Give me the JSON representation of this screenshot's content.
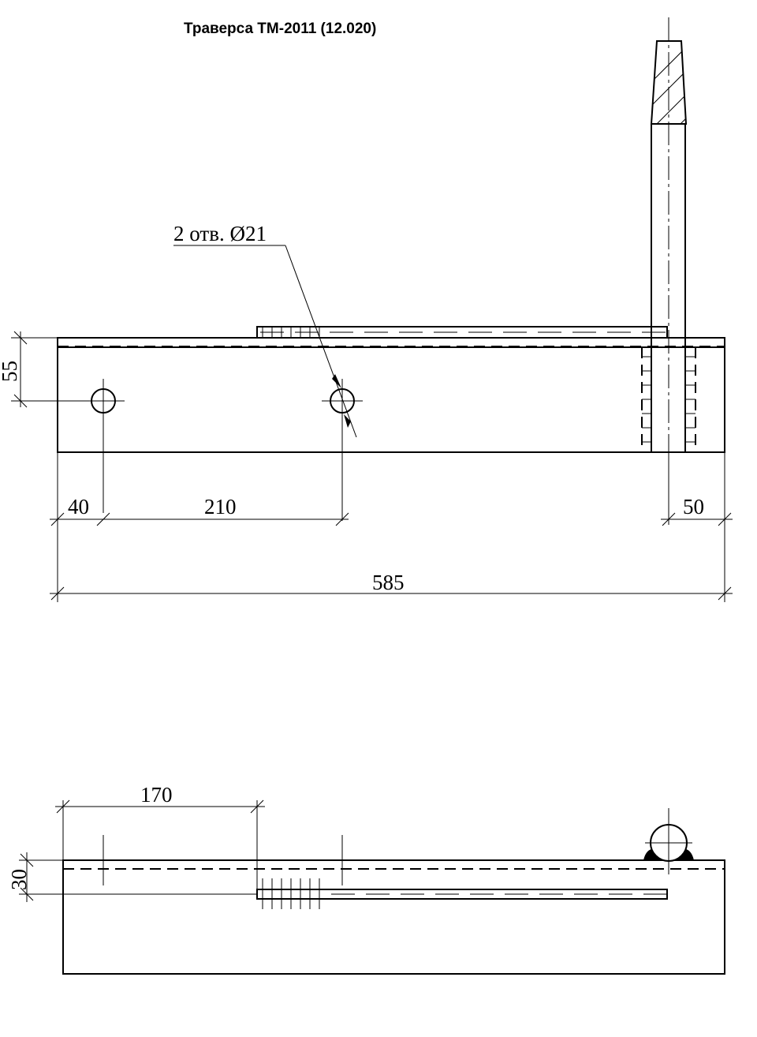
{
  "title": "Траверса ТМ-2011 (12.020)",
  "top_view": {
    "callout": "2 отв. Ø21",
    "dims": {
      "height": "55",
      "hole_offset": "40",
      "hole_spacing": "210",
      "right_offset": "50",
      "total_length": "585"
    }
  },
  "side_view": {
    "dims": {
      "plate_offset": "170",
      "height": "30"
    }
  }
}
